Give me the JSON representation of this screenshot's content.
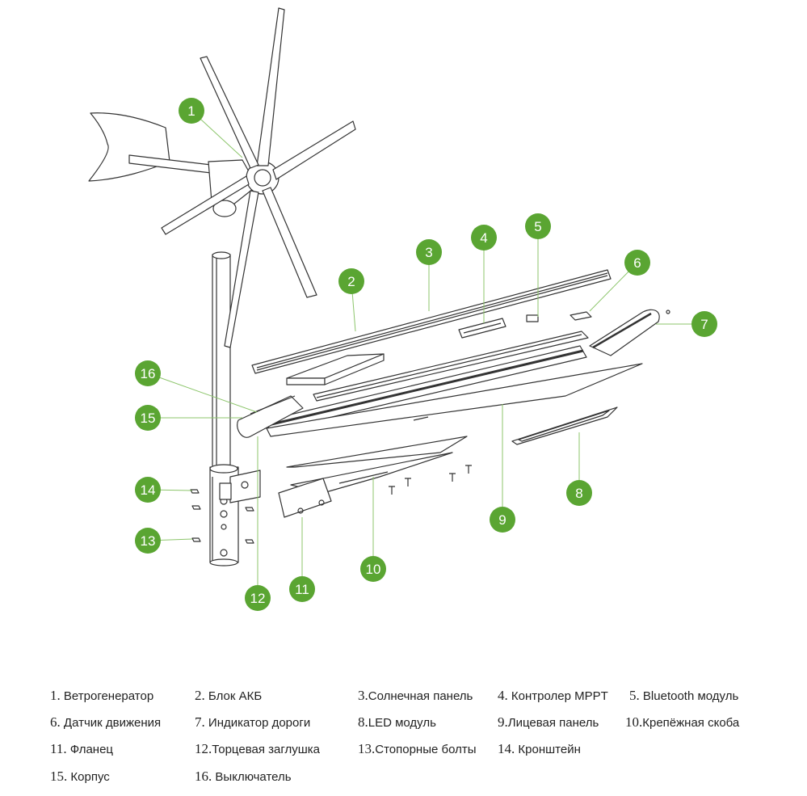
{
  "colors": {
    "callout": "#5aa532",
    "line": "#333333",
    "leader": "#8cc56b"
  },
  "callouts": [
    "1",
    "2",
    "3",
    "4",
    "5",
    "6",
    "7",
    "8",
    "9",
    "10",
    "11",
    "12",
    "13",
    "14",
    "15",
    "16"
  ],
  "legend": [
    {
      "num": "1.",
      "text": "Ветрогенератор"
    },
    {
      "num": "2.",
      "text": "Блок АКБ"
    },
    {
      "num": "3.",
      "text": "Солнечная панель"
    },
    {
      "num": "4.",
      "text": "Контролер MPPT"
    },
    {
      "num": "5.",
      "text": "Bluetooth модуль"
    },
    {
      "num": "6.",
      "text": "Датчик движения"
    },
    {
      "num": "7.",
      "text": "Индикатор дороги"
    },
    {
      "num": "8.",
      "text": "LED модуль"
    },
    {
      "num": "9.",
      "text": "Лицевая панель"
    },
    {
      "num": "10.",
      "text": "Крепёжная скоба"
    },
    {
      "num": "11.",
      "text": "Фланец"
    },
    {
      "num": "12.",
      "text": "Торцевая заглушка"
    },
    {
      "num": "13.",
      "text": "Стопорные болты"
    },
    {
      "num": "14.",
      "text": "Кронштейн"
    },
    {
      "num": "15.",
      "text": "Корпус"
    },
    {
      "num": "16.",
      "text": "Выключатель"
    }
  ]
}
